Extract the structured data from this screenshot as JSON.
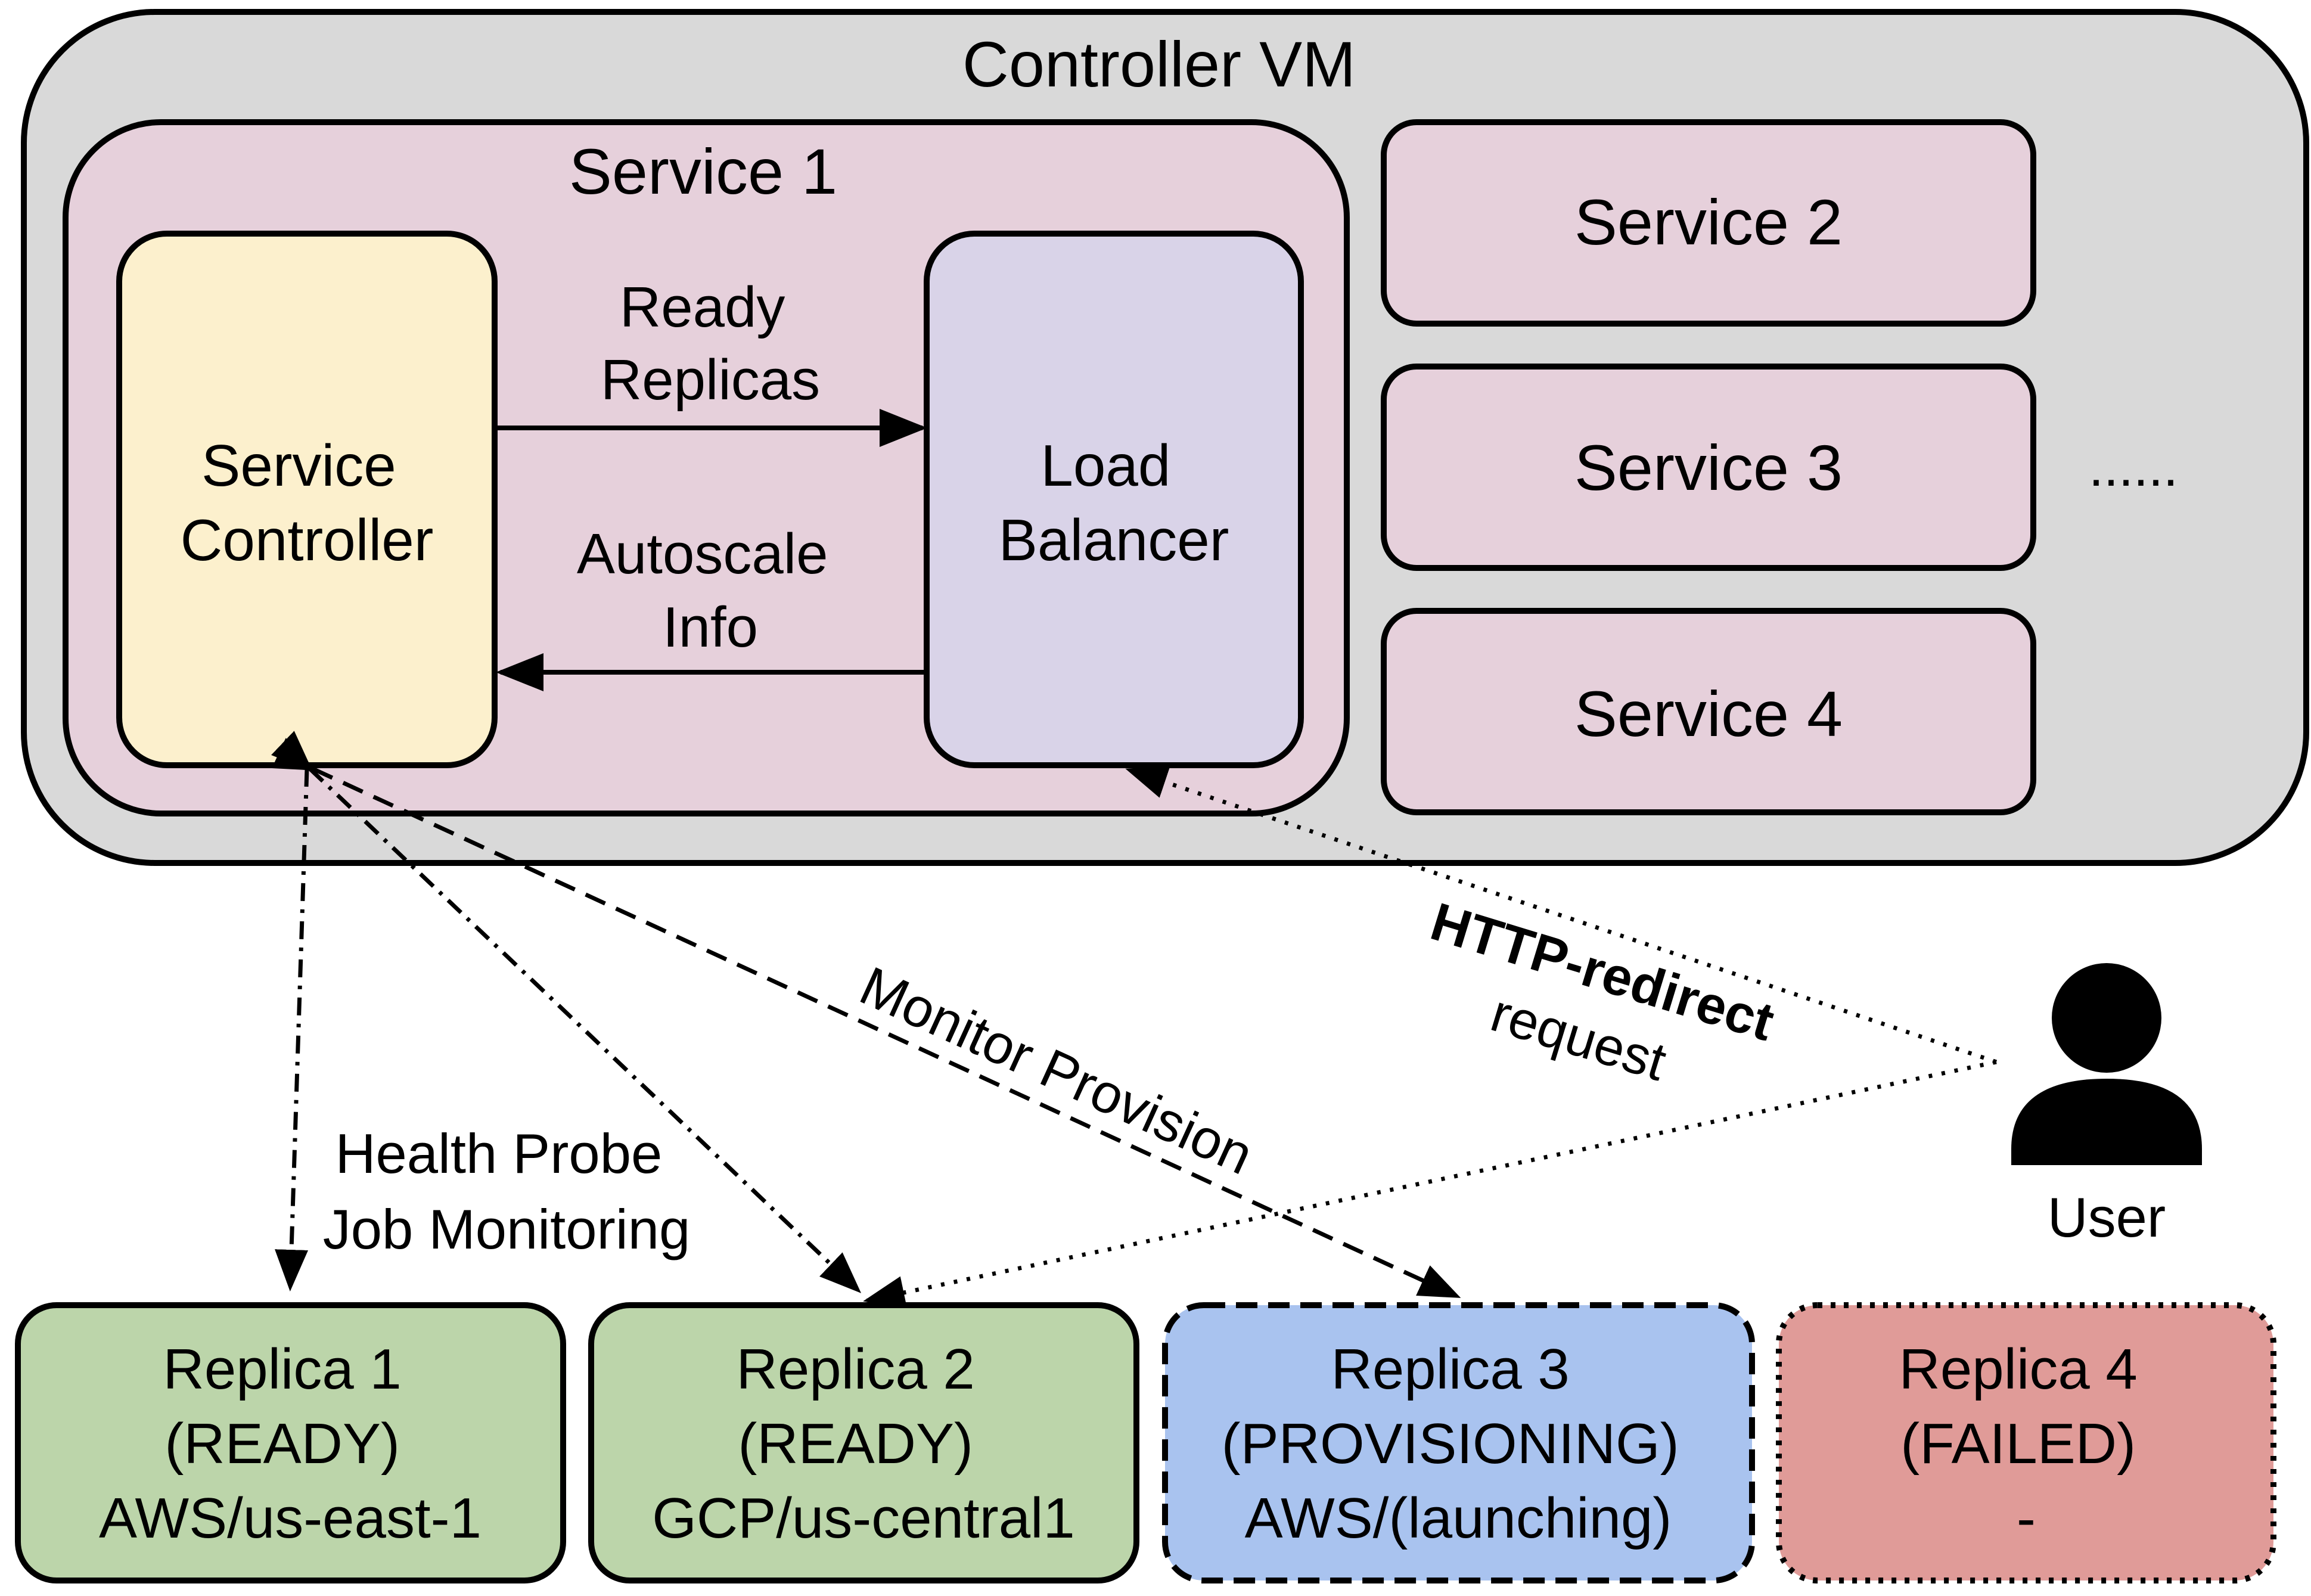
{
  "controller_vm": {
    "title": "Controller VM"
  },
  "service1": {
    "title": "Service 1",
    "service_controller": [
      "Service",
      "Controller"
    ],
    "load_balancer": [
      "Load",
      "Balancer"
    ],
    "ready_replicas_label": [
      "Ready",
      "Replicas"
    ],
    "autoscale_label": [
      "Autoscale",
      "Info"
    ]
  },
  "services": [
    "Service 2",
    "Service 3",
    "Service 4"
  ],
  "more_indicator": "......",
  "edges": {
    "health_probe": [
      "Health Probe",
      "Job Monitoring"
    ],
    "monitor_provision": "Monitor Provision",
    "http_redirect_bold": "HTTP-redirect",
    "http_redirect_normal": "request"
  },
  "user": {
    "label": "User"
  },
  "replicas": [
    {
      "lines": [
        "Replica 1",
        "(READY)",
        "AWS/us-east-1"
      ],
      "status": "READY",
      "color": "#bcd5aa"
    },
    {
      "lines": [
        "Replica 2",
        "(READY)",
        "GCP/us-central1"
      ],
      "status": "READY",
      "color": "#bcd5aa"
    },
    {
      "lines": [
        "Replica 3",
        "(PROVISIONING)",
        "AWS/(launching)"
      ],
      "status": "PROVISIONING",
      "color": "#a9c3ef"
    },
    {
      "lines": [
        "Replica 4",
        "(FAILED)",
        "-"
      ],
      "status": "FAILED",
      "color": "#e09b98"
    }
  ],
  "colors": {
    "controller_vm": "#d9d9d9",
    "service": "#e6d0db",
    "service_controller": "#fcf0cd",
    "load_balancer": "#d9d3e8"
  }
}
